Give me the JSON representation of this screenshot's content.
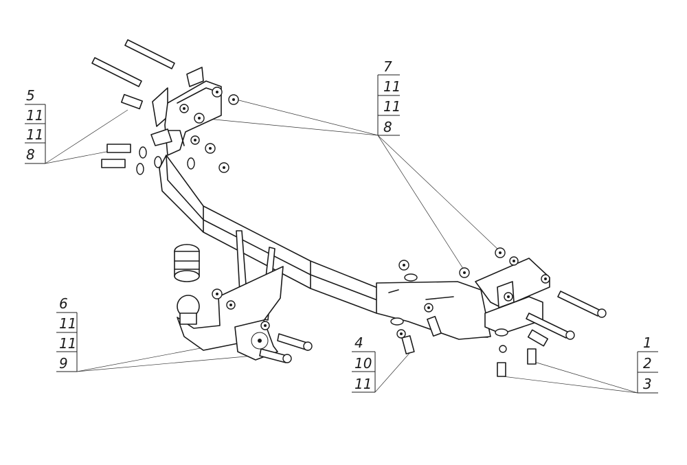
{
  "callouts": [
    {
      "id": "group-top-left",
      "labels": [
        "5",
        "11",
        "11",
        "8"
      ]
    },
    {
      "id": "group-top-right",
      "labels": [
        "7",
        "11",
        "11",
        "8"
      ]
    },
    {
      "id": "group-bottom-left",
      "labels": [
        "6",
        "11",
        "11",
        "9"
      ]
    },
    {
      "id": "group-bottom-center",
      "labels": [
        "4",
        "10",
        "11"
      ]
    },
    {
      "id": "group-right",
      "labels": [
        "1",
        "2",
        "3"
      ]
    }
  ],
  "colors": {
    "line": "#1a1a1a",
    "background": "#ffffff"
  }
}
